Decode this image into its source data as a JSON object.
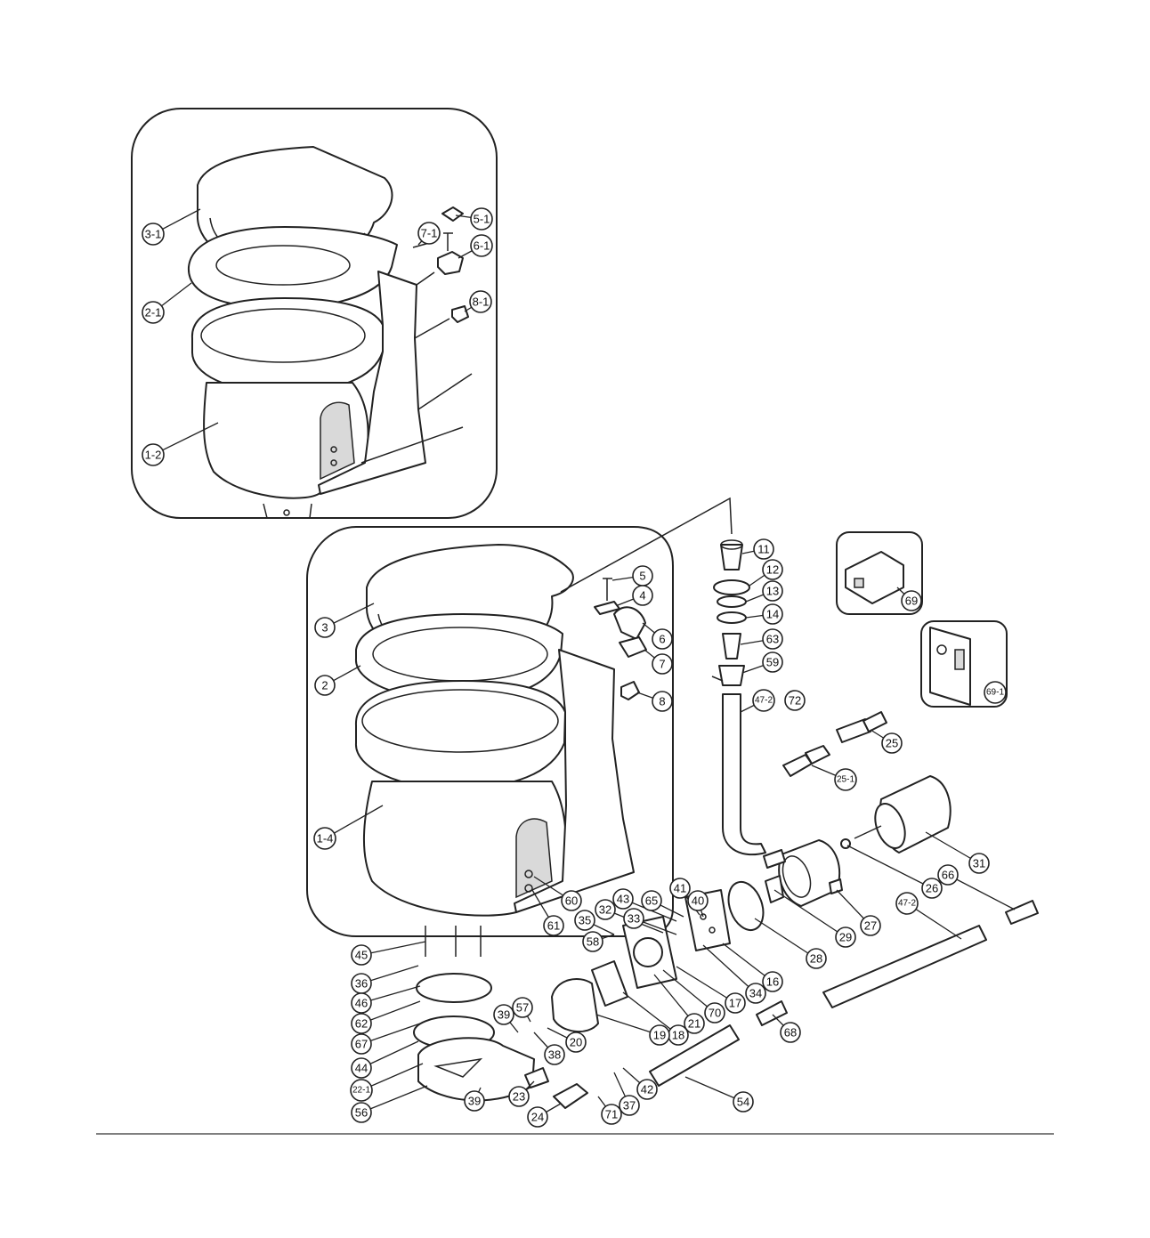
{
  "callouts": [
    {
      "label": "3-1"
    },
    {
      "label": "7-1"
    },
    {
      "label": "5-1"
    },
    {
      "label": "6-1"
    },
    {
      "label": "2-1"
    },
    {
      "label": "8-1"
    },
    {
      "label": "1-2"
    },
    {
      "label": "11"
    },
    {
      "label": "12"
    },
    {
      "label": "13"
    },
    {
      "label": "14"
    },
    {
      "label": "63"
    },
    {
      "label": "59"
    },
    {
      "label": "47-2"
    },
    {
      "label": "72"
    },
    {
      "label": "69"
    },
    {
      "label": "69-1"
    },
    {
      "label": "5"
    },
    {
      "label": "4"
    },
    {
      "label": "6"
    },
    {
      "label": "7"
    },
    {
      "label": "8"
    },
    {
      "label": "3"
    },
    {
      "label": "2"
    },
    {
      "label": "1-4"
    },
    {
      "label": "60"
    },
    {
      "label": "61"
    },
    {
      "label": "25"
    },
    {
      "label": "25-1"
    },
    {
      "label": "31"
    },
    {
      "label": "26"
    },
    {
      "label": "66"
    },
    {
      "label": "40"
    },
    {
      "label": "41"
    },
    {
      "label": "43"
    },
    {
      "label": "65"
    },
    {
      "label": "32"
    },
    {
      "label": "33"
    },
    {
      "label": "35"
    },
    {
      "label": "58"
    },
    {
      "label": "28"
    },
    {
      "label": "29"
    },
    {
      "label": "27"
    },
    {
      "label": "47-2"
    },
    {
      "label": "16"
    },
    {
      "label": "34"
    },
    {
      "label": "17"
    },
    {
      "label": "70"
    },
    {
      "label": "21"
    },
    {
      "label": "18"
    },
    {
      "label": "19"
    },
    {
      "label": "45"
    },
    {
      "label": "36"
    },
    {
      "label": "46"
    },
    {
      "label": "62"
    },
    {
      "label": "67"
    },
    {
      "label": "44"
    },
    {
      "label": "22-1"
    },
    {
      "label": "56"
    },
    {
      "label": "39"
    },
    {
      "label": "57"
    },
    {
      "label": "38"
    },
    {
      "label": "20"
    },
    {
      "label": "23"
    },
    {
      "label": "39"
    },
    {
      "label": "24"
    },
    {
      "label": "71"
    },
    {
      "label": "37"
    },
    {
      "label": "42"
    },
    {
      "label": "54"
    },
    {
      "label": "68"
    }
  ]
}
